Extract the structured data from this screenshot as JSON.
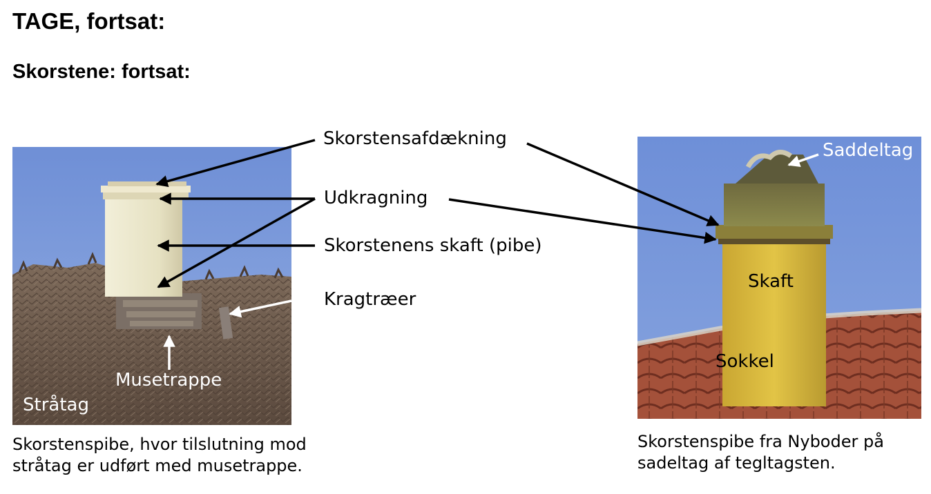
{
  "header": {
    "title": "TAGE, fortsat:",
    "subtitle": "Skorstene: fortsat:"
  },
  "labels": {
    "skorstensafdaekning": "Skorstensafdækning",
    "udkragning": "Udkragning",
    "skaft_pibe": "Skorstenens skaft (pibe)",
    "kragtraeer": "Kragtræer",
    "musetrappe": "Musetrappe",
    "straatag": "Stråtag",
    "saddeltag": "Saddeltag",
    "skaft": "Skaft",
    "sokkel": "Sokkel"
  },
  "captions": {
    "left_line1": "Skorstenspibe, hvor tilslutning mod",
    "left_line2": "stråtag er udført med musetrappe.",
    "right_line1": "Skorstenspibe fra Nyboder på",
    "right_line2": "sadeltag af tegltagsten."
  },
  "colors": {
    "sky": "#7a97d8",
    "thatch": "#6b5a4c",
    "chimney_white": "#ece8cf",
    "chimney_yellow": "#d9b93b",
    "roof_tiles": "#a7553b"
  }
}
